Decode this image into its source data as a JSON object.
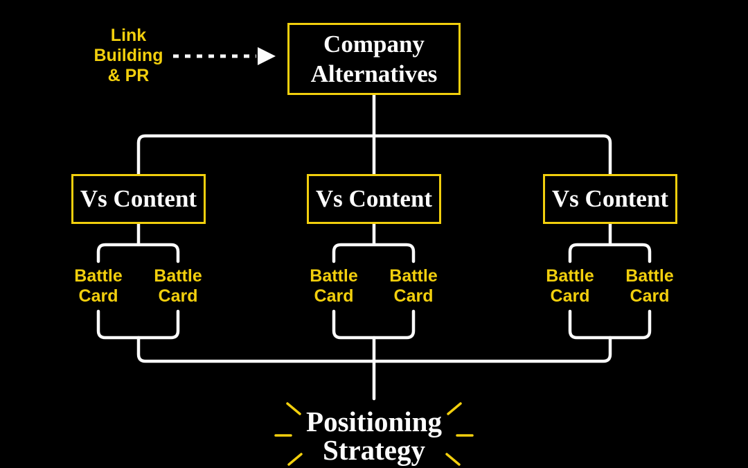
{
  "colors": {
    "background": "#000000",
    "accent_yellow": "#F2CF0D",
    "line_white": "#FCFCFC"
  },
  "annotation": {
    "label": "Link\nBuilding\n& PR"
  },
  "root": {
    "label": "Company\nAlternatives"
  },
  "branches": [
    {
      "label": "Vs Content",
      "cards": [
        {
          "label": "Battle\nCard"
        },
        {
          "label": "Battle\nCard"
        }
      ]
    },
    {
      "label": "Vs Content",
      "cards": [
        {
          "label": "Battle\nCard"
        },
        {
          "label": "Battle\nCard"
        }
      ]
    },
    {
      "label": "Vs Content",
      "cards": [
        {
          "label": "Battle\nCard"
        },
        {
          "label": "Battle\nCard"
        }
      ]
    }
  ],
  "outcome": {
    "label": "Positioning\nStrategy"
  },
  "icons": {
    "dashed_arrow": "right-arrow-dashed",
    "starburst": "emphasis-starburst"
  }
}
